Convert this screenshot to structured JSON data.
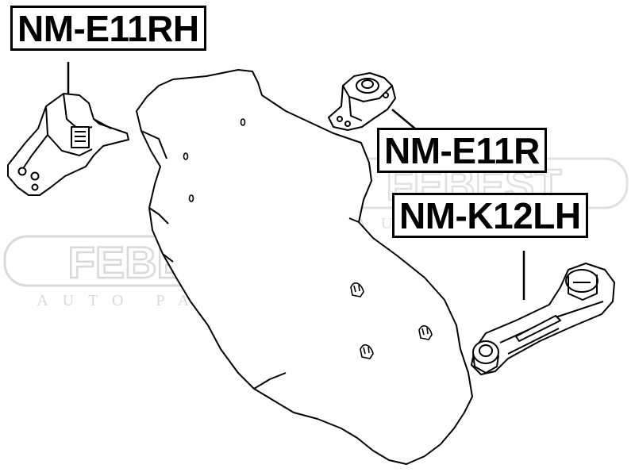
{
  "labels": {
    "rh_mount": "NM-E11RH",
    "r_mount": "NM-E11R",
    "lh_mount": "NM-K12LH"
  },
  "watermark": {
    "brand": "FEBEST",
    "tagline": "AUTO PARTS",
    "color": "#d9d9d9"
  },
  "colors": {
    "line": "#000000",
    "background": "#ffffff"
  }
}
